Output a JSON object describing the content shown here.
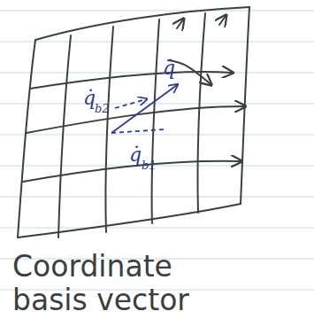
{
  "diagram": {
    "labels": [
      "q̇",
      "b2",
      "q̇",
      "q̇",
      "b1",
      "Coordinate basis vector"
    ]
  }
}
